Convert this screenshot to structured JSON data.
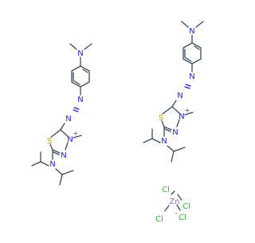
{
  "molecule": {
    "colors": {
      "carbon": "#3b4a59",
      "nitrogen": "#2222e0",
      "sulfur": "#b8a400",
      "chlorine": "#2db82d",
      "zinc": "#7a7aa8",
      "background": "#ffffff"
    },
    "cation_left": {
      "dimethylamino_n": "N",
      "azo_n1": "N",
      "azo_n2": "N",
      "ring_n_plus": "N",
      "plus_charge": "+",
      "ring_n": "N",
      "ring_s": "S",
      "diisopropyl_n": "N"
    },
    "cation_right": {
      "dimethylamino_n": "N",
      "azo_n1": "N",
      "azo_n2": "N",
      "ring_n_plus": "N",
      "plus_charge": "+",
      "ring_n": "N",
      "ring_s": "S",
      "diisopropyl_n": "N"
    },
    "counterion": {
      "cl_top_left": "Cl",
      "cl_top_right": "Cl",
      "cl_bottom_left": "Cl",
      "cl_bottom_right": "Cl",
      "zn": "Zn",
      "minus_charge": "-"
    }
  }
}
